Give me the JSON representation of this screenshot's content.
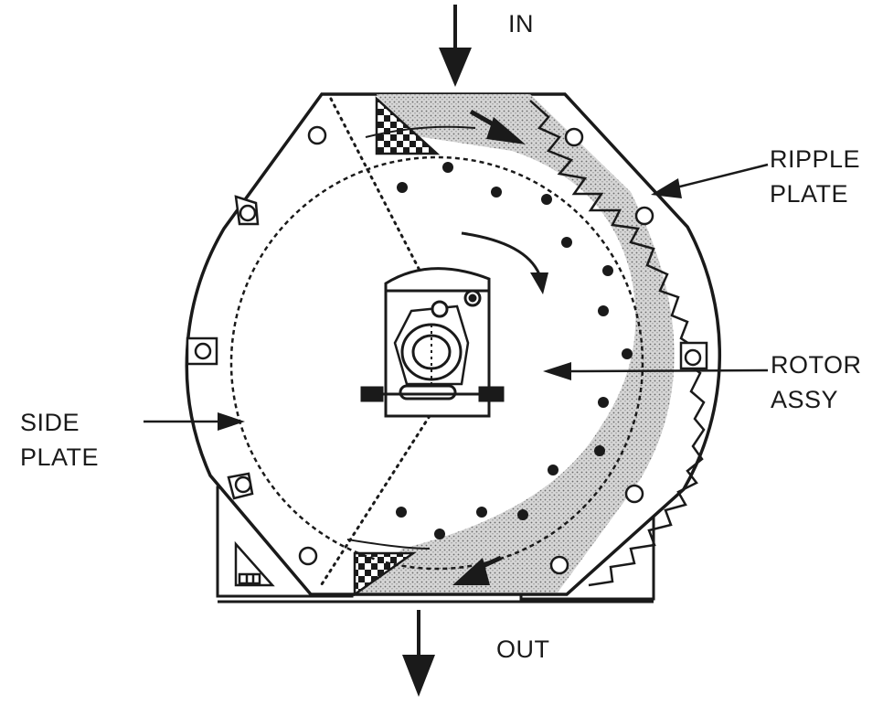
{
  "labels": {
    "in": "IN",
    "out": "OUT",
    "ripple_plate_1": "RIPPLE",
    "ripple_plate_2": "PLATE",
    "rotor_assy_1": "ROTOR",
    "rotor_assy_2": "ASSY",
    "side_plate_1": "SIDE",
    "side_plate_2": "PLATE"
  },
  "colors": {
    "line": "#1a1a1a",
    "shaded_band": "#bdbdbd",
    "background": "#ffffff"
  }
}
